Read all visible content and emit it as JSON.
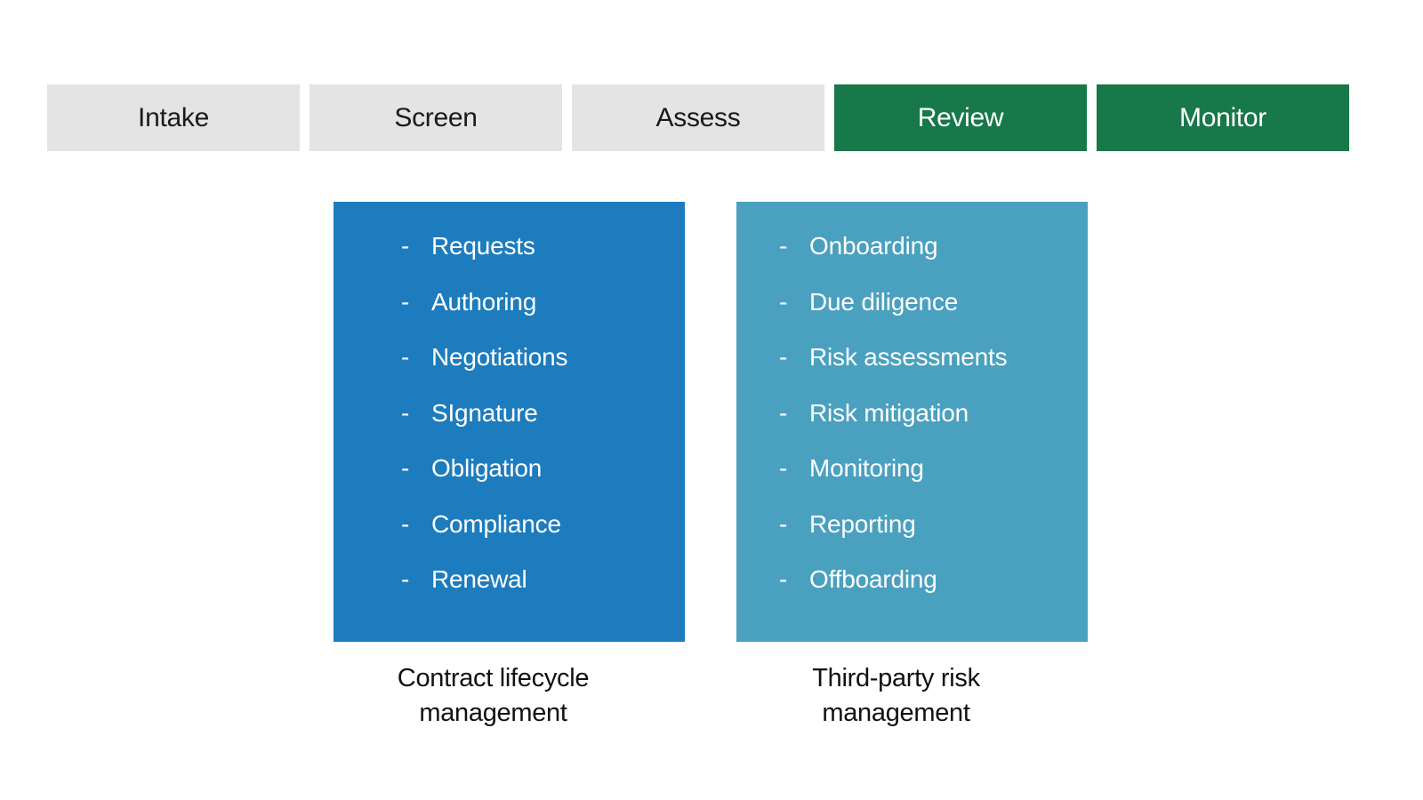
{
  "colors": {
    "background": "#ffffff",
    "stage_inactive_bg": "#e4e4e4",
    "stage_inactive_text": "#1a1a1a",
    "stage_active_bg": "#17784a",
    "stage_active_text": "#ffffff",
    "panel_blue": "#1d7cbd",
    "panel_teal": "#4aa0bf",
    "panel_text": "#ffffff",
    "caption_text": "#111111"
  },
  "bullet": "-",
  "stages": [
    {
      "label": "Intake",
      "active": false
    },
    {
      "label": "Screen",
      "active": false
    },
    {
      "label": "Assess",
      "active": false
    },
    {
      "label": "Review",
      "active": true
    },
    {
      "label": "Monitor",
      "active": true
    }
  ],
  "panels": [
    {
      "caption_lines": [
        "Contract lifecycle",
        "management"
      ],
      "items": [
        "Requests",
        "Authoring",
        "Negotiations",
        "SIgnature",
        "Obligation",
        "Compliance",
        "Renewal"
      ]
    },
    {
      "caption_lines": [
        "Third-party risk",
        "management"
      ],
      "items": [
        "Onboarding",
        "Due diligence",
        "Risk assessments",
        "Risk mitigation",
        "Monitoring",
        "Reporting",
        "Offboarding"
      ]
    }
  ]
}
